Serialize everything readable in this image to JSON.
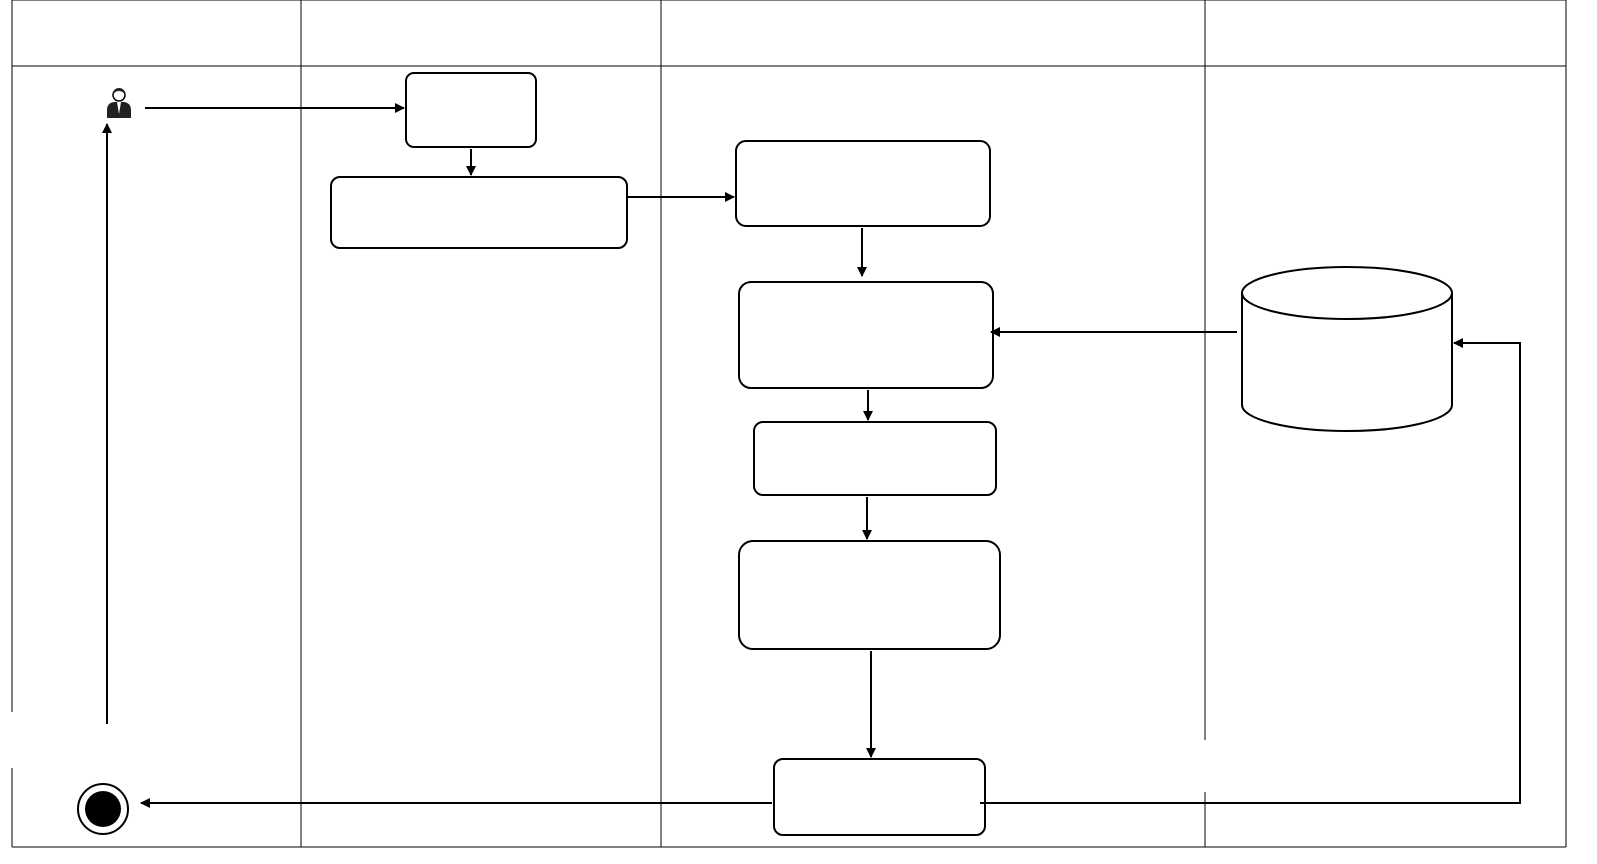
{
  "diagram": {
    "type": "uml-activity-swimlane",
    "lanes": [
      {
        "name": ""
      },
      {
        "name": ""
      },
      {
        "name": ""
      },
      {
        "name": ""
      }
    ],
    "nodes": [
      {
        "id": "start",
        "kind": "actor",
        "icon": "user-icon",
        "label": ""
      },
      {
        "id": "n1",
        "kind": "action",
        "label": ""
      },
      {
        "id": "n2",
        "kind": "action",
        "label": ""
      },
      {
        "id": "n3",
        "kind": "action",
        "label": ""
      },
      {
        "id": "n4",
        "kind": "action",
        "label": ""
      },
      {
        "id": "n5",
        "kind": "action",
        "label": ""
      },
      {
        "id": "n6",
        "kind": "action",
        "label": ""
      },
      {
        "id": "n7",
        "kind": "action",
        "label": ""
      },
      {
        "id": "db",
        "kind": "database",
        "label": ""
      },
      {
        "id": "end",
        "kind": "final-node",
        "label": ""
      }
    ],
    "edges": [
      {
        "from": "start",
        "to": "n1"
      },
      {
        "from": "n1",
        "to": "n2"
      },
      {
        "from": "n2",
        "to": "n3"
      },
      {
        "from": "n3",
        "to": "n4"
      },
      {
        "from": "db",
        "to": "n4"
      },
      {
        "from": "n4",
        "to": "n5"
      },
      {
        "from": "n5",
        "to": "n6"
      },
      {
        "from": "n6",
        "to": "n7"
      },
      {
        "from": "n7",
        "to": "end"
      },
      {
        "from": "n7",
        "to": "db"
      },
      {
        "from": "end",
        "to": "start"
      }
    ],
    "colors": {
      "stroke": "#000000",
      "background": "#ffffff"
    }
  }
}
